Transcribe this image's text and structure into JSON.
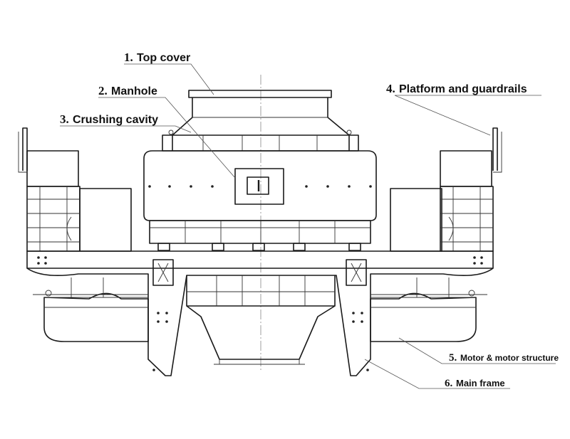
{
  "labels": [
    {
      "number": "1.",
      "text": "Top cover"
    },
    {
      "number": "2.",
      "text": "Manhole"
    },
    {
      "number": "3.",
      "text": "Crushing cavity"
    },
    {
      "number": "4.",
      "text": "Platform and guardrails"
    },
    {
      "number": "5.",
      "text": "Motor & motor structure"
    },
    {
      "number": "6.",
      "text": "Main frame"
    }
  ],
  "colors": {
    "line": "#1a1a1a",
    "background": "#ffffff",
    "leader": "#555555"
  }
}
